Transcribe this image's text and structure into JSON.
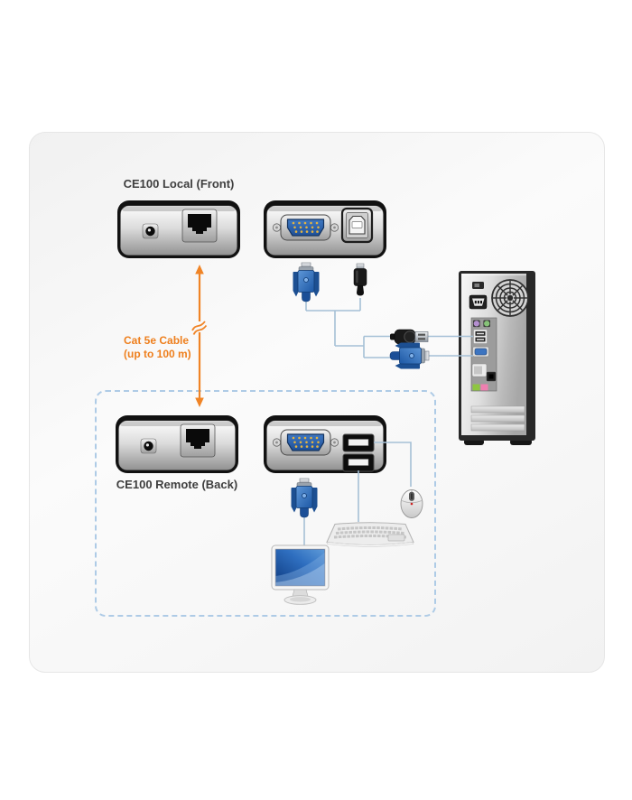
{
  "labels": {
    "local": "CE100 Local (Front)",
    "remote": "CE100 Remote (Back)",
    "cable_line1": "Cat 5e Cable",
    "cable_line2": "(up to 100 m)"
  },
  "colors": {
    "label_text": "#3e3e3e",
    "cable_label_orange": "#ee7f1d",
    "arrow_orange": "#f08426",
    "connection_line_blue": "#a5c0d6",
    "dashed_border_blue": "#aecbe6",
    "connector_blue": "#2a66b2",
    "vga_pin_gold": "#e3b341"
  }
}
